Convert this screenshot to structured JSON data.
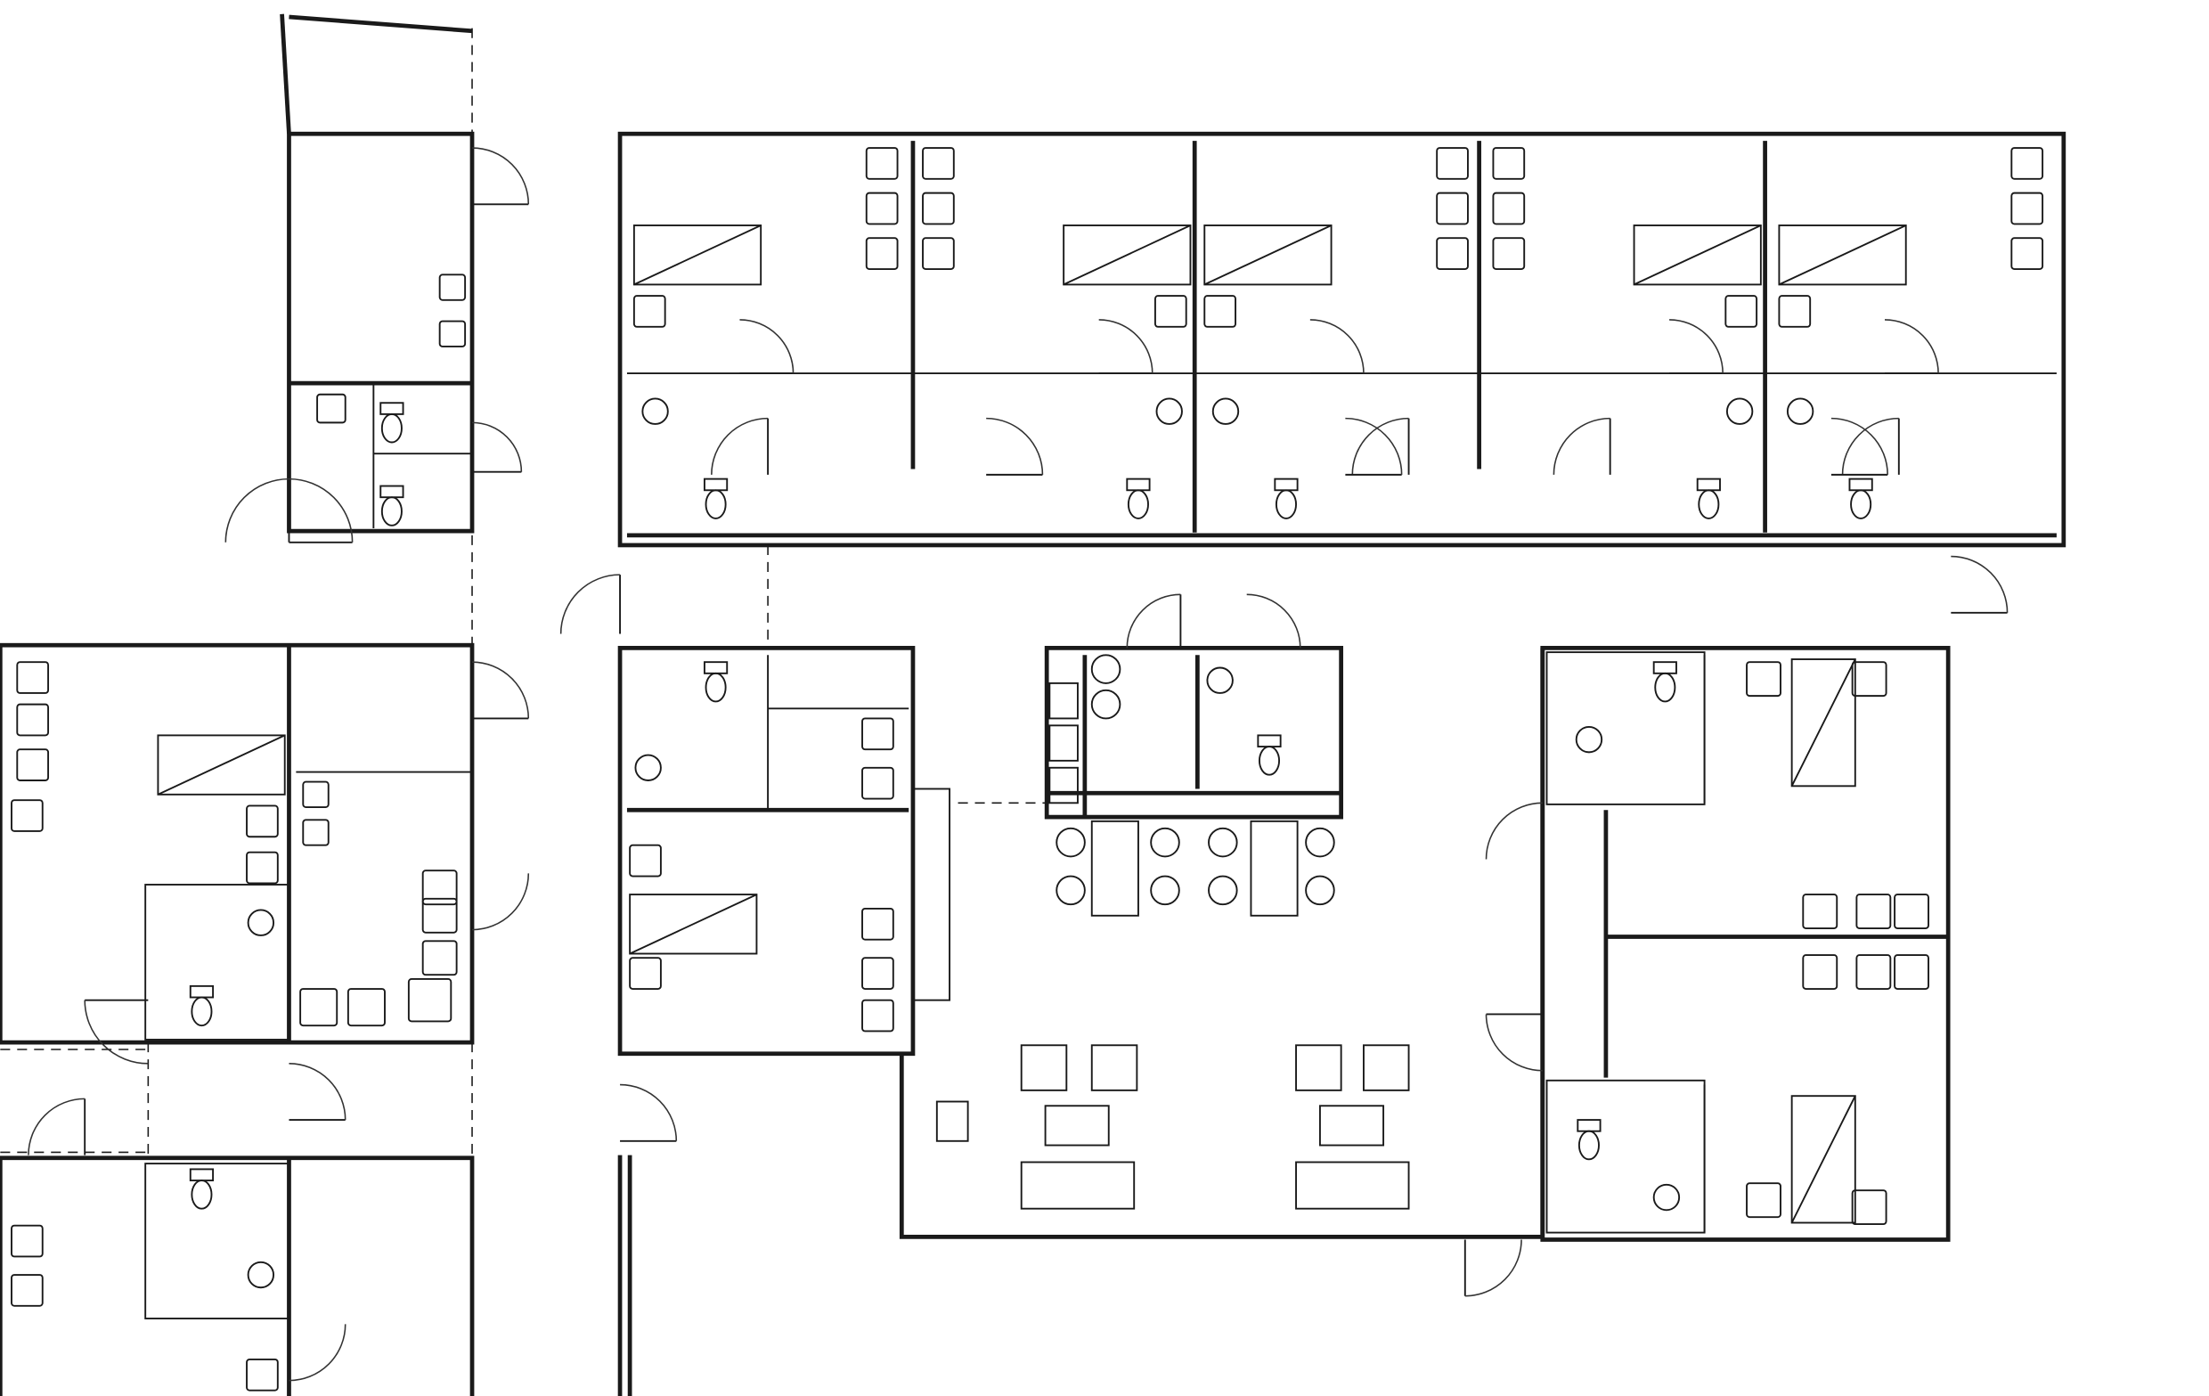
{
  "plan": {
    "type": "architectural floor plan",
    "line_color": "#1a1a1a",
    "background": "#ffffff",
    "residential_units_top_wing": 5,
    "dining_tables": 4,
    "sofas": 2
  }
}
